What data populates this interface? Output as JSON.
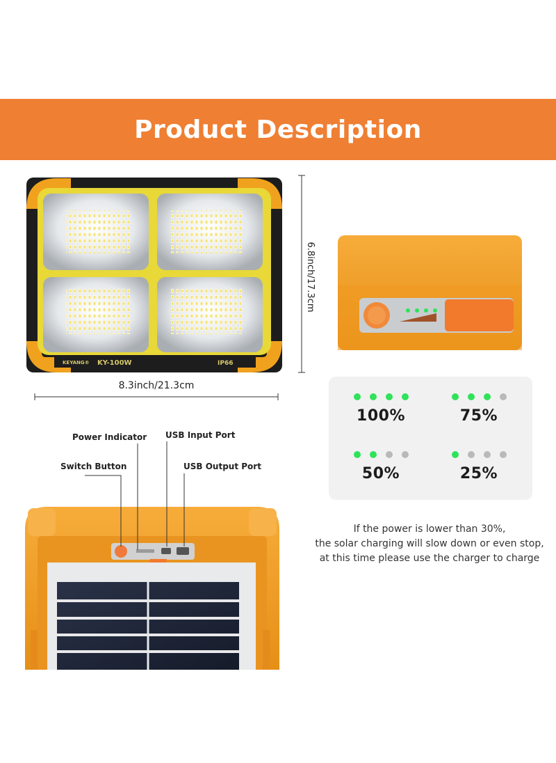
{
  "banner": {
    "title": "Product Description"
  },
  "front_panel": {
    "brand": "KEYANG®",
    "model": "KY-100W",
    "rating": "IP66"
  },
  "dimensions": {
    "width": "8.3inch/21.3cm",
    "height": "6.8inch/17.3cm"
  },
  "callouts": {
    "power_indicator": "Power Indicator",
    "usb_input": "USB Input Port",
    "switch_button": "Switch Button",
    "usb_output": "USB Output Port"
  },
  "battery_levels": [
    {
      "label": "100%",
      "lit": 4
    },
    {
      "label": "75%",
      "lit": 3
    },
    {
      "label": "50%",
      "lit": 2
    },
    {
      "label": "25%",
      "lit": 1
    }
  ],
  "note": {
    "line1": "If the power is lower than 30%,",
    "line2": "the solar charging will slow down or even stop,",
    "line3": "at this time please use the charger to charge"
  },
  "colors": {
    "banner": "#ef7f33",
    "housing": "#f0a21e",
    "indicator_on": "#2ee35a",
    "indicator_off": "#b9b9b9"
  }
}
